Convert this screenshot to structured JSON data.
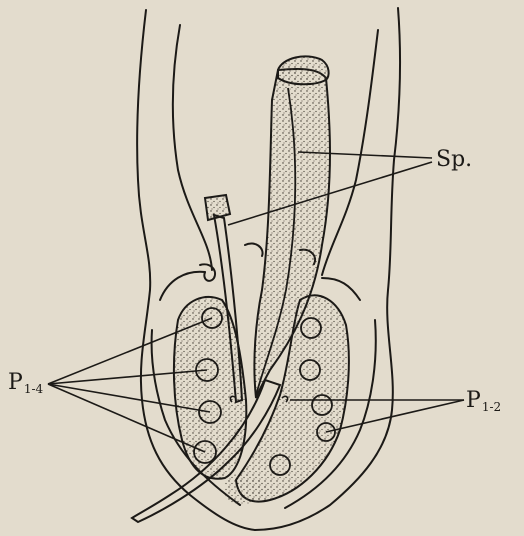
{
  "labels": {
    "sp": "Sp.",
    "p_left": {
      "letter": "P",
      "sub": "1-4"
    },
    "p_right": {
      "letter": "P",
      "sub": "1-2"
    }
  },
  "colors": {
    "background": "#e3dccd",
    "ink": "#1c1a17",
    "stipple": "#3a342c"
  }
}
